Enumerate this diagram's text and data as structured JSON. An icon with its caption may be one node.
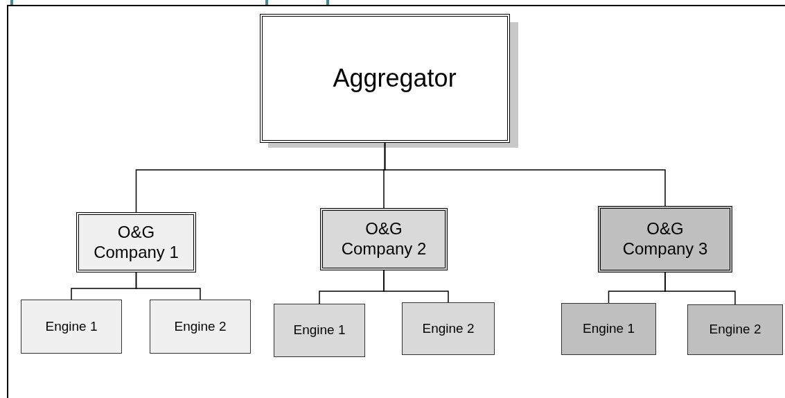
{
  "diagram": {
    "nodes": [
      {
        "text": [
          "Aggregator"
        ]
      },
      {
        "text": [
          "O&G Company 1"
        ]
      },
      {
        "text": [
          "O&G Company 2"
        ]
      },
      {
        "text": [
          "O&G Company 3"
        ]
      },
      {
        "text": [
          "Engine 1"
        ]
      },
      {
        "text": [
          "Engine 2"
        ]
      },
      {
        "text": [
          "Engine 1"
        ]
      },
      {
        "text": [
          "Engine 2"
        ]
      },
      {
        "text": [
          "Engine 1"
        ]
      },
      {
        "text": [
          "Engine 2"
        ]
      }
    ],
    "edges": [
      {
        "from": 0,
        "to": 1,
        "arrow": "none"
      },
      {
        "from": 0,
        "to": 2,
        "arrow": "none"
      },
      {
        "from": 0,
        "to": 3,
        "arrow": "none"
      },
      {
        "from": 1,
        "to": 4,
        "arrow": "none"
      },
      {
        "from": 1,
        "to": 5,
        "arrow": "none"
      },
      {
        "from": 2,
        "to": 6,
        "arrow": "none"
      },
      {
        "from": 2,
        "to": 7,
        "arrow": "none"
      },
      {
        "from": 3,
        "to": 8,
        "arrow": "none"
      },
      {
        "from": 3,
        "to": 9,
        "arrow": "none"
      }
    ]
  }
}
